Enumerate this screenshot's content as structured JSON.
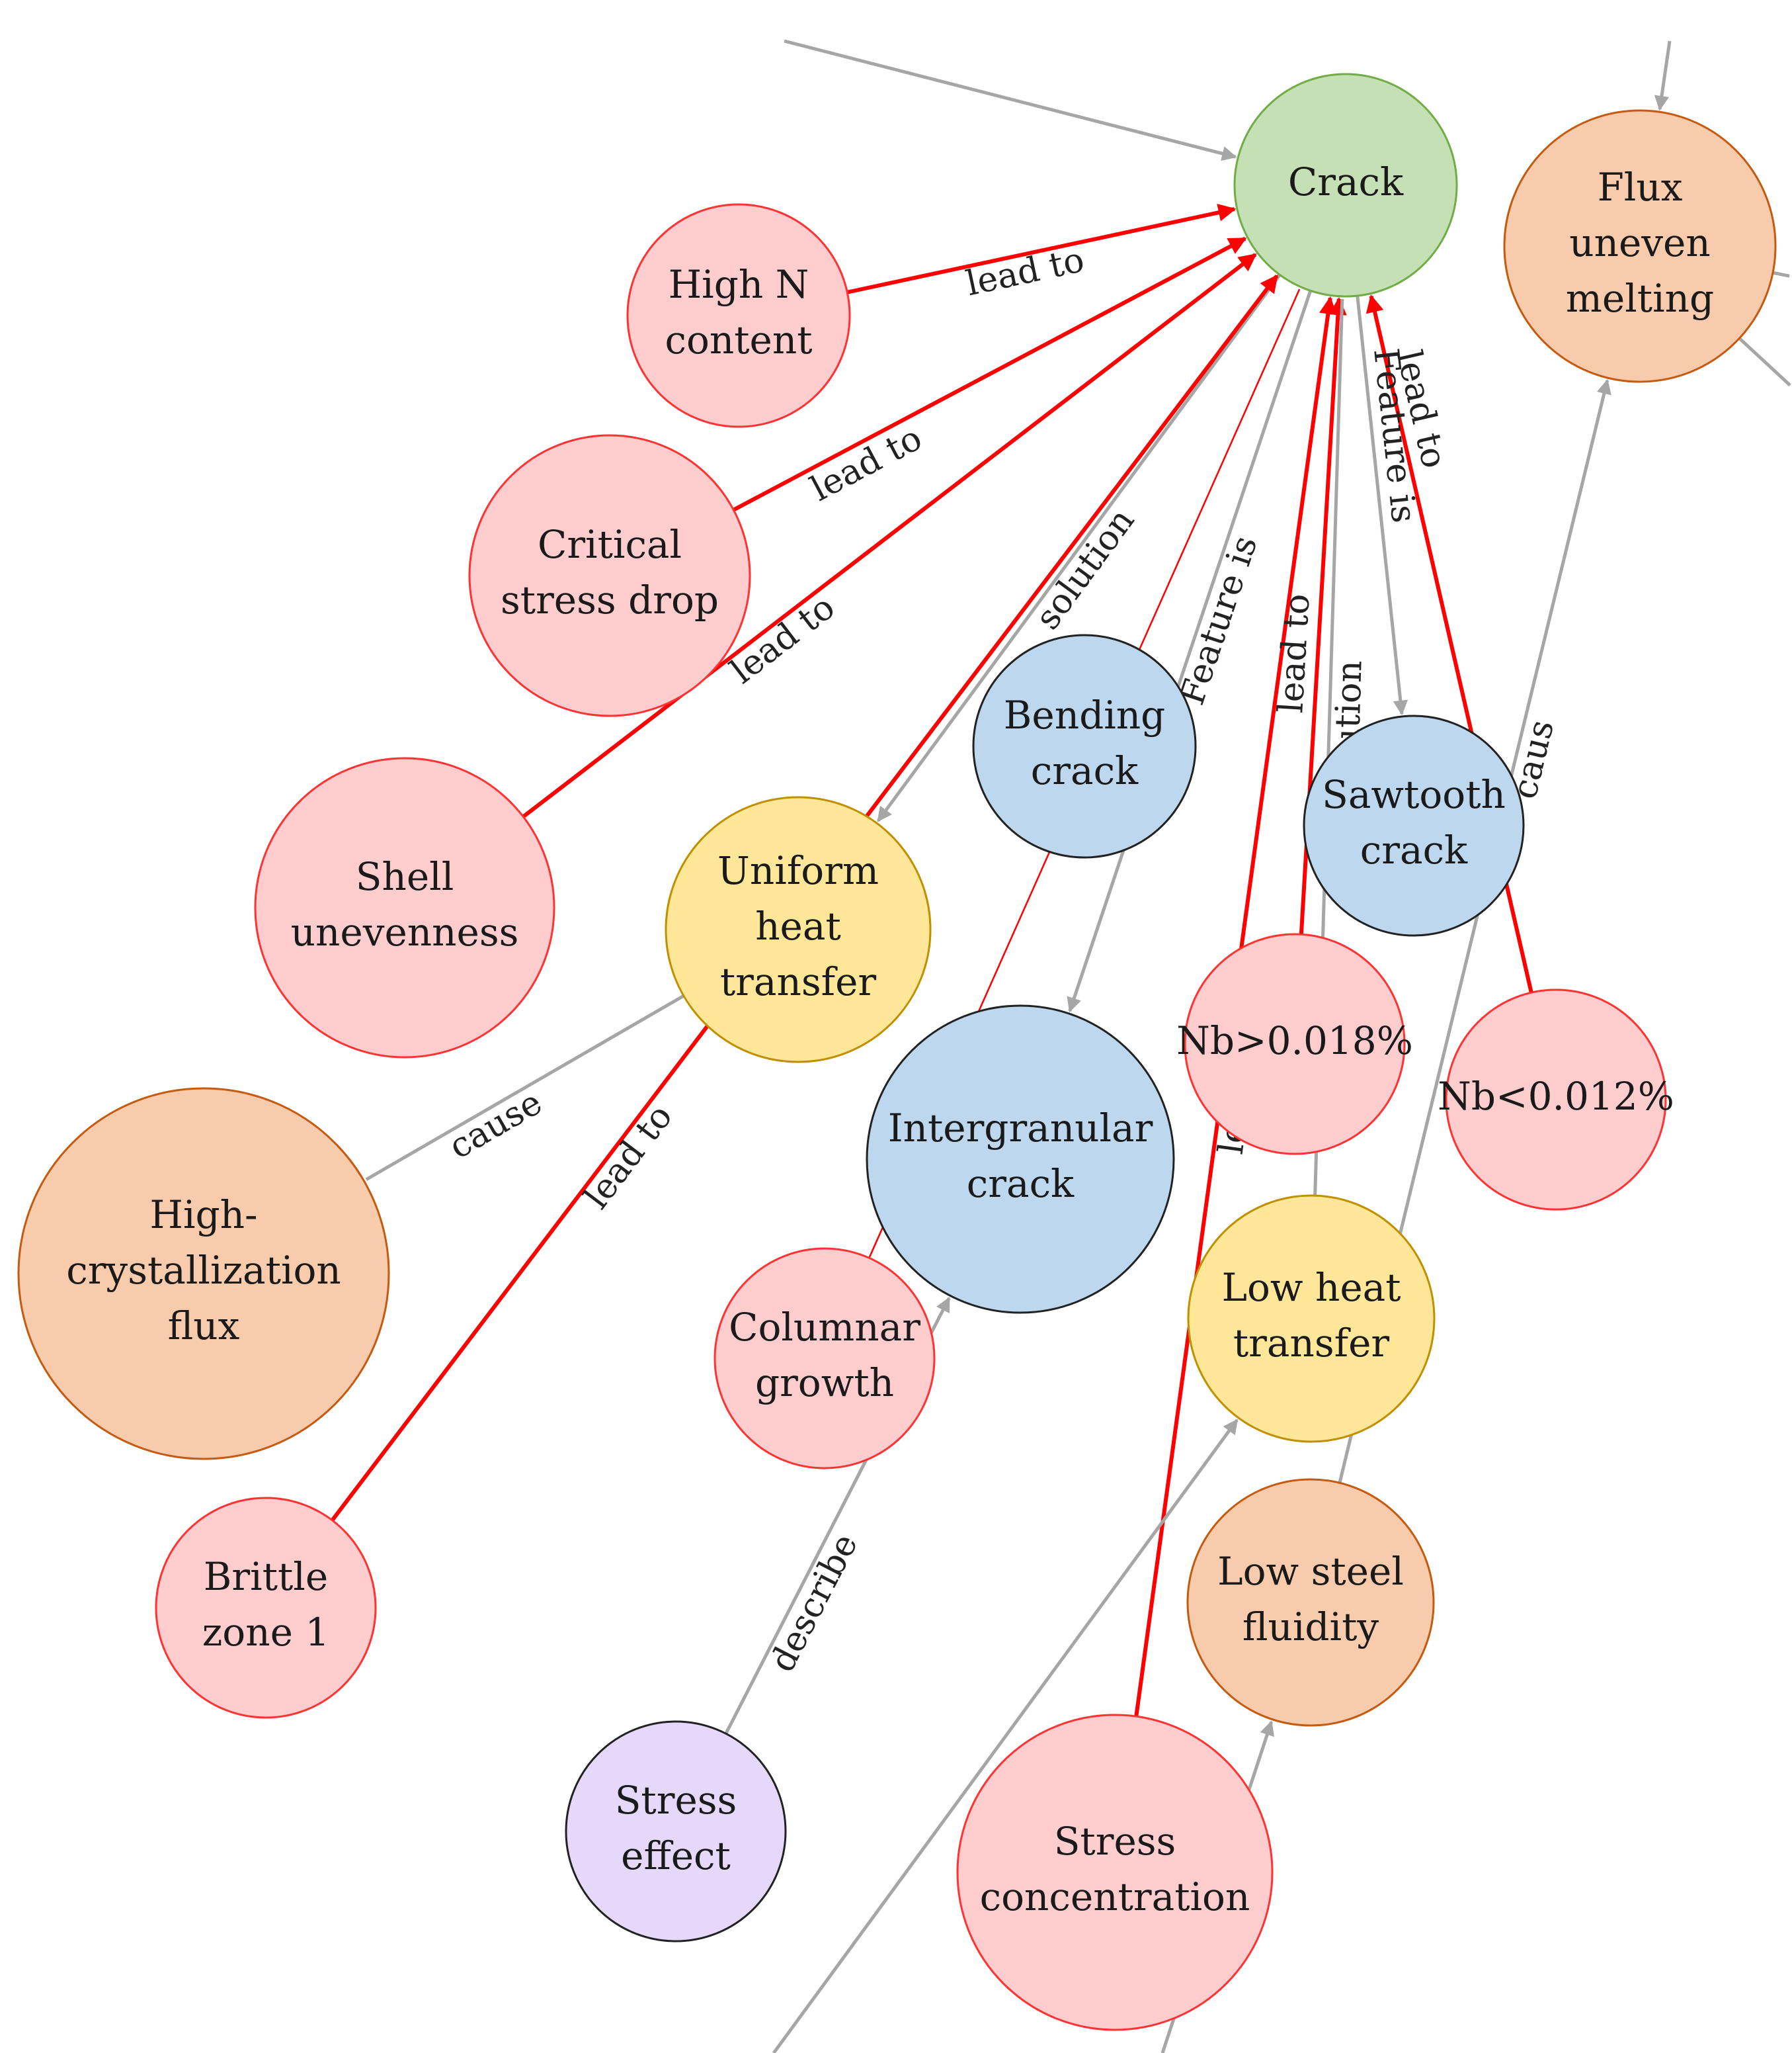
{
  "colors": {
    "red_fill": "#ffcdcd",
    "red_stroke": "#ff3333",
    "green_fill": "#c5e0b4",
    "green_stroke": "#70ad47",
    "blue_fill": "#bdd7ee",
    "blue_stroke": "#222222",
    "yellow_fill": "#ffe699",
    "yellow_stroke": "#bf9000",
    "orange_fill": "#f8cbad",
    "orange_stroke": "#c55a11",
    "purple_fill": "#e6d8fb",
    "purple_stroke": "#222222",
    "edge_red": "#ff0000",
    "edge_gray": "#a6a6a6"
  },
  "nodes": {
    "crack": {
      "lines": [
        "Crack"
      ],
      "category": "green"
    },
    "flux_uneven": {
      "lines": [
        "Flux",
        "uneven",
        "melting"
      ],
      "category": "orange"
    },
    "high_n": {
      "lines": [
        "High N",
        "content"
      ],
      "category": "red"
    },
    "critical_stress": {
      "lines": [
        "Critical",
        "stress drop"
      ],
      "category": "red"
    },
    "shell": {
      "lines": [
        "Shell",
        "unevenness"
      ],
      "category": "red"
    },
    "uniform_heat": {
      "lines": [
        "Uniform",
        "heat",
        "transfer"
      ],
      "category": "yellow"
    },
    "bending": {
      "lines": [
        "Bending",
        "crack"
      ],
      "category": "blue"
    },
    "sawtooth": {
      "lines": [
        "Sawtooth",
        "crack"
      ],
      "category": "blue"
    },
    "intergranular": {
      "lines": [
        "Intergranular",
        "crack"
      ],
      "category": "blue"
    },
    "nb_high": {
      "lines": [
        "Nb>0.018%"
      ],
      "category": "red"
    },
    "nb_low": {
      "lines": [
        "Nb<0.012%"
      ],
      "category": "red"
    },
    "high_cryst": {
      "lines": [
        "High-",
        "crystallization",
        "flux"
      ],
      "category": "orange"
    },
    "columnar": {
      "lines": [
        "Columnar",
        "growth"
      ],
      "category": "red"
    },
    "low_heat": {
      "lines": [
        "Low heat",
        "transfer"
      ],
      "category": "yellow"
    },
    "brittle": {
      "lines": [
        "Brittle",
        "zone 1"
      ],
      "category": "red"
    },
    "low_steel": {
      "lines": [
        "Low steel",
        "fluidity"
      ],
      "category": "orange"
    },
    "stress_effect": {
      "lines": [
        "Stress",
        "effect"
      ],
      "category": "purple"
    },
    "stress_conc": {
      "lines": [
        "Stress",
        "concentration"
      ],
      "category": "red"
    }
  },
  "edges": [
    {
      "from": "high_n",
      "to": "crack",
      "label": "lead to",
      "kind": "red"
    },
    {
      "from": "critical_stress",
      "to": "crack",
      "label": "lead to",
      "kind": "red"
    },
    {
      "from": "shell",
      "to": "crack",
      "label": "lead to",
      "kind": "red"
    },
    {
      "from": "crack",
      "to": "uniform_heat",
      "label": "solution",
      "kind": "gray"
    },
    {
      "from": "brittle",
      "to": "crack",
      "label": "lead to",
      "kind": "red"
    },
    {
      "from": "crack",
      "to": "intergranular",
      "label": "Feature is",
      "kind": "gray"
    },
    {
      "from": "columnar",
      "to": "crack",
      "label": "",
      "kind": "red_thin"
    },
    {
      "from": "stress_conc",
      "to": "crack",
      "label": "lead to",
      "kind": "red"
    },
    {
      "from": "nb_high",
      "to": "crack",
      "label": "lead to",
      "kind": "red"
    },
    {
      "from": "low_heat",
      "to": "crack",
      "label": "solution",
      "kind": "gray_plain"
    },
    {
      "from": "crack",
      "to": "sawtooth",
      "label": "Feature is",
      "kind": "gray"
    },
    {
      "from": "nb_low",
      "to": "crack",
      "label": "lead to",
      "kind": "red"
    },
    {
      "from": "uniform_heat",
      "to": "high_cryst",
      "label": "cause",
      "kind": "gray_plain"
    },
    {
      "from": "stress_effect",
      "to": "intergranular",
      "label": "describe",
      "kind": "gray"
    },
    {
      "from": "low_steel",
      "to": "flux_uneven",
      "label": "caus",
      "kind": "gray"
    },
    {
      "from": "offscreen_bl",
      "to": "low_heat",
      "label": "",
      "kind": "gray"
    },
    {
      "from": "offscreen_b",
      "to": "low_steel",
      "label": "",
      "kind": "gray"
    },
    {
      "from": "offscreen_top",
      "to": "crack",
      "label": "",
      "kind": "gray"
    },
    {
      "from": "offscreen_tr",
      "to": "flux_uneven",
      "label": "",
      "kind": "gray"
    },
    {
      "from": "flux_uneven",
      "to": "offscreen_r1",
      "label": "",
      "kind": "gray_plain"
    },
    {
      "from": "flux_uneven",
      "to": "offscreen_r2",
      "label": "",
      "kind": "gray_plain"
    }
  ]
}
